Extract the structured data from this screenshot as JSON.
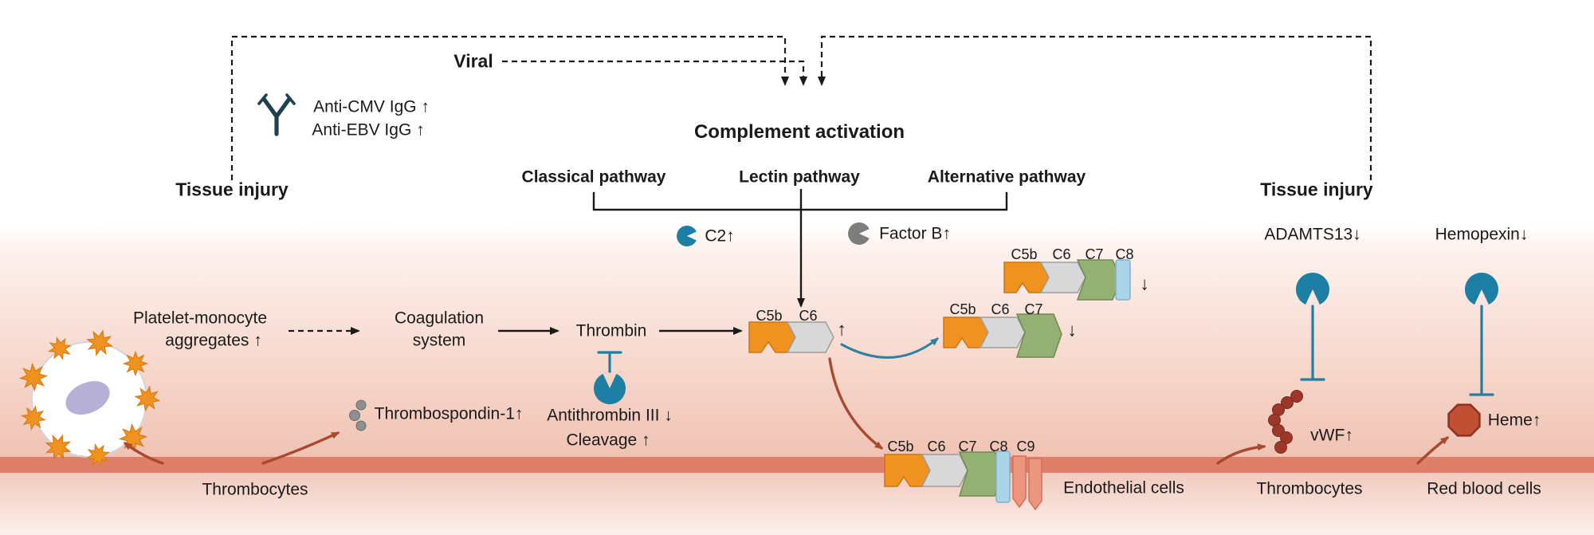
{
  "palette": {
    "teal": "#1d7fa4",
    "antibody_navy": "#20404e",
    "piece_orange": "#f0921f",
    "piece_gray": "#d8d8d8",
    "piece_green": "#94b173",
    "piece_blue": "#aad4e8",
    "piece_salmon": "#ec9680",
    "membrane_salmon": "#e07f69",
    "arrow_red": "#a84a2f",
    "arrow_blue": "#2e7fa3",
    "vwf_dark_red": "#9c372a",
    "heme_red": "#c14f34",
    "pacman_gray": "#7d7d7d",
    "nucleus_lavender": "#b7b0d6",
    "text_black": "#1a1a1a"
  },
  "top": {
    "viral": "Viral",
    "tissue_injury_left": "Tissue injury",
    "tissue_injury_right": "Tissue injury",
    "antibodies": {
      "line1": "Anti-CMV IgG ↑",
      "line2": "Anti-EBV IgG ↑"
    },
    "complement_activation": "Complement activation",
    "pathways": {
      "classical": "Classical pathway",
      "lectin": "Lectin pathway",
      "alternative": "Alternative pathway"
    },
    "c2": "C2↑",
    "factor_b": "Factor B↑"
  },
  "cascade": {
    "platelet_monocyte_line1": "Platelet-monocyte",
    "platelet_monocyte_line2": "aggregates ↑",
    "coagulation_line1": "Coagulation",
    "coagulation_line2": "system",
    "thrombin": "Thrombin",
    "antithrombin": "Antithrombin III ↓",
    "cleavage": "Cleavage ↑",
    "thrombospondin": "Thrombospondin-1↑"
  },
  "complexes": {
    "c5b6": {
      "labels": [
        "C5b",
        "C6"
      ],
      "trend": "↑"
    },
    "c5b67": {
      "labels": [
        "C5b",
        "C6",
        "C7"
      ],
      "trend": "↓"
    },
    "c5b678": {
      "labels": [
        "C5b",
        "C6",
        "C7",
        "C8"
      ],
      "trend": "↓"
    },
    "mac": {
      "labels": [
        "C5b",
        "C6",
        "C7",
        "C8",
        "C9"
      ]
    }
  },
  "right": {
    "adamts13": "ADAMTS13↓",
    "hemopexin": "Hemopexin↓",
    "vwf": "vWF↑",
    "heme": "Heme↑"
  },
  "bottom": {
    "thrombocytes_left": "Thrombocytes",
    "endothelial_cells": "Endothelial cells",
    "thrombocytes_right": "Thrombocytes",
    "red_blood_cells": "Red blood cells"
  }
}
